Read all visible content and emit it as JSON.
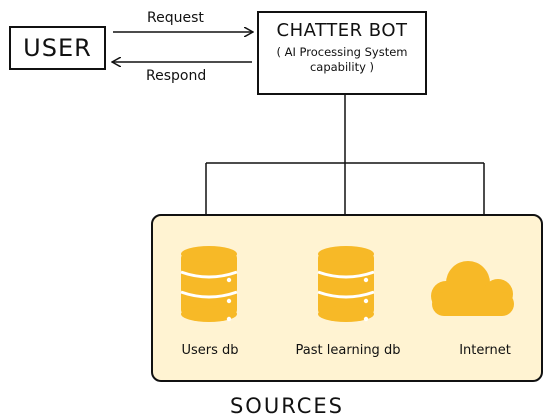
{
  "user": {
    "label": "USER"
  },
  "bot": {
    "title": "CHATTER BOT",
    "subtitle": "( AI Processing System capability )"
  },
  "arrows": {
    "request": "Request",
    "respond": "Respond"
  },
  "sources": {
    "title": "SOURCES",
    "items": [
      {
        "label": "Users db",
        "icon": "database-icon"
      },
      {
        "label": "Past learning db",
        "icon": "database-icon"
      },
      {
        "label": "Internet",
        "icon": "cloud-icon"
      }
    ]
  },
  "colors": {
    "panel_fill": "#fff3d2",
    "icon_fill": "#f7b927",
    "icon_stripe": "#ffffff",
    "line": "#111111"
  }
}
